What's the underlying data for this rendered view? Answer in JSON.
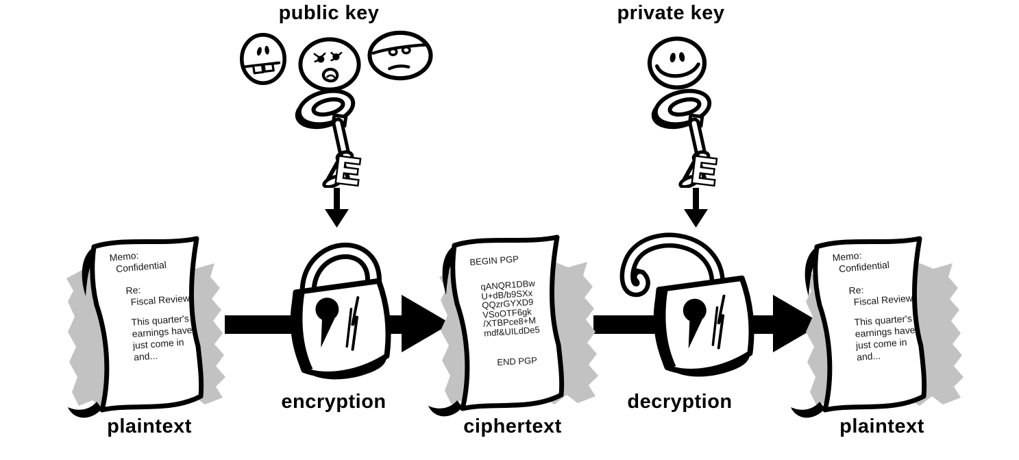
{
  "labels": {
    "public_key": "public key",
    "private_key": "private key",
    "encryption": "encryption",
    "decryption": "decryption",
    "plaintext": "plaintext",
    "ciphertext": "ciphertext"
  },
  "plaintext_doc": {
    "memo_label": "Memo:",
    "memo_value": "Confidential",
    "re_label": "Re:",
    "re_value": "Fiscal Review",
    "body_lines": [
      "This quarter's",
      "earnings have",
      "just come in",
      "and..."
    ]
  },
  "ciphertext_doc": {
    "begin": "BEGIN PGP",
    "lines": [
      "qANQR1DBw",
      "U+dB/b9SXx",
      "QQzrGYXD9",
      "VSoOTF6gk",
      "/XTBPce8+M",
      "mdf&UILdDe5"
    ],
    "end": "END PGP"
  },
  "icons": {
    "public_key_holders": [
      "grinning-face-icon",
      "silly-face-icon",
      "skeptical-face-icon"
    ],
    "private_key_holder": "smiley-face-icon",
    "key": "skeleton-key-icon",
    "encrypt_lock": "locked-padlock-icon",
    "decrypt_lock": "unlocked-padlock-icon",
    "flow": "right-arrow-icon",
    "apply_key": "down-arrow-icon"
  },
  "colors": {
    "ink": "#000000",
    "paper": "#ffffff",
    "shadow_gray": "#c2c2c2",
    "background": "#ffffff"
  }
}
